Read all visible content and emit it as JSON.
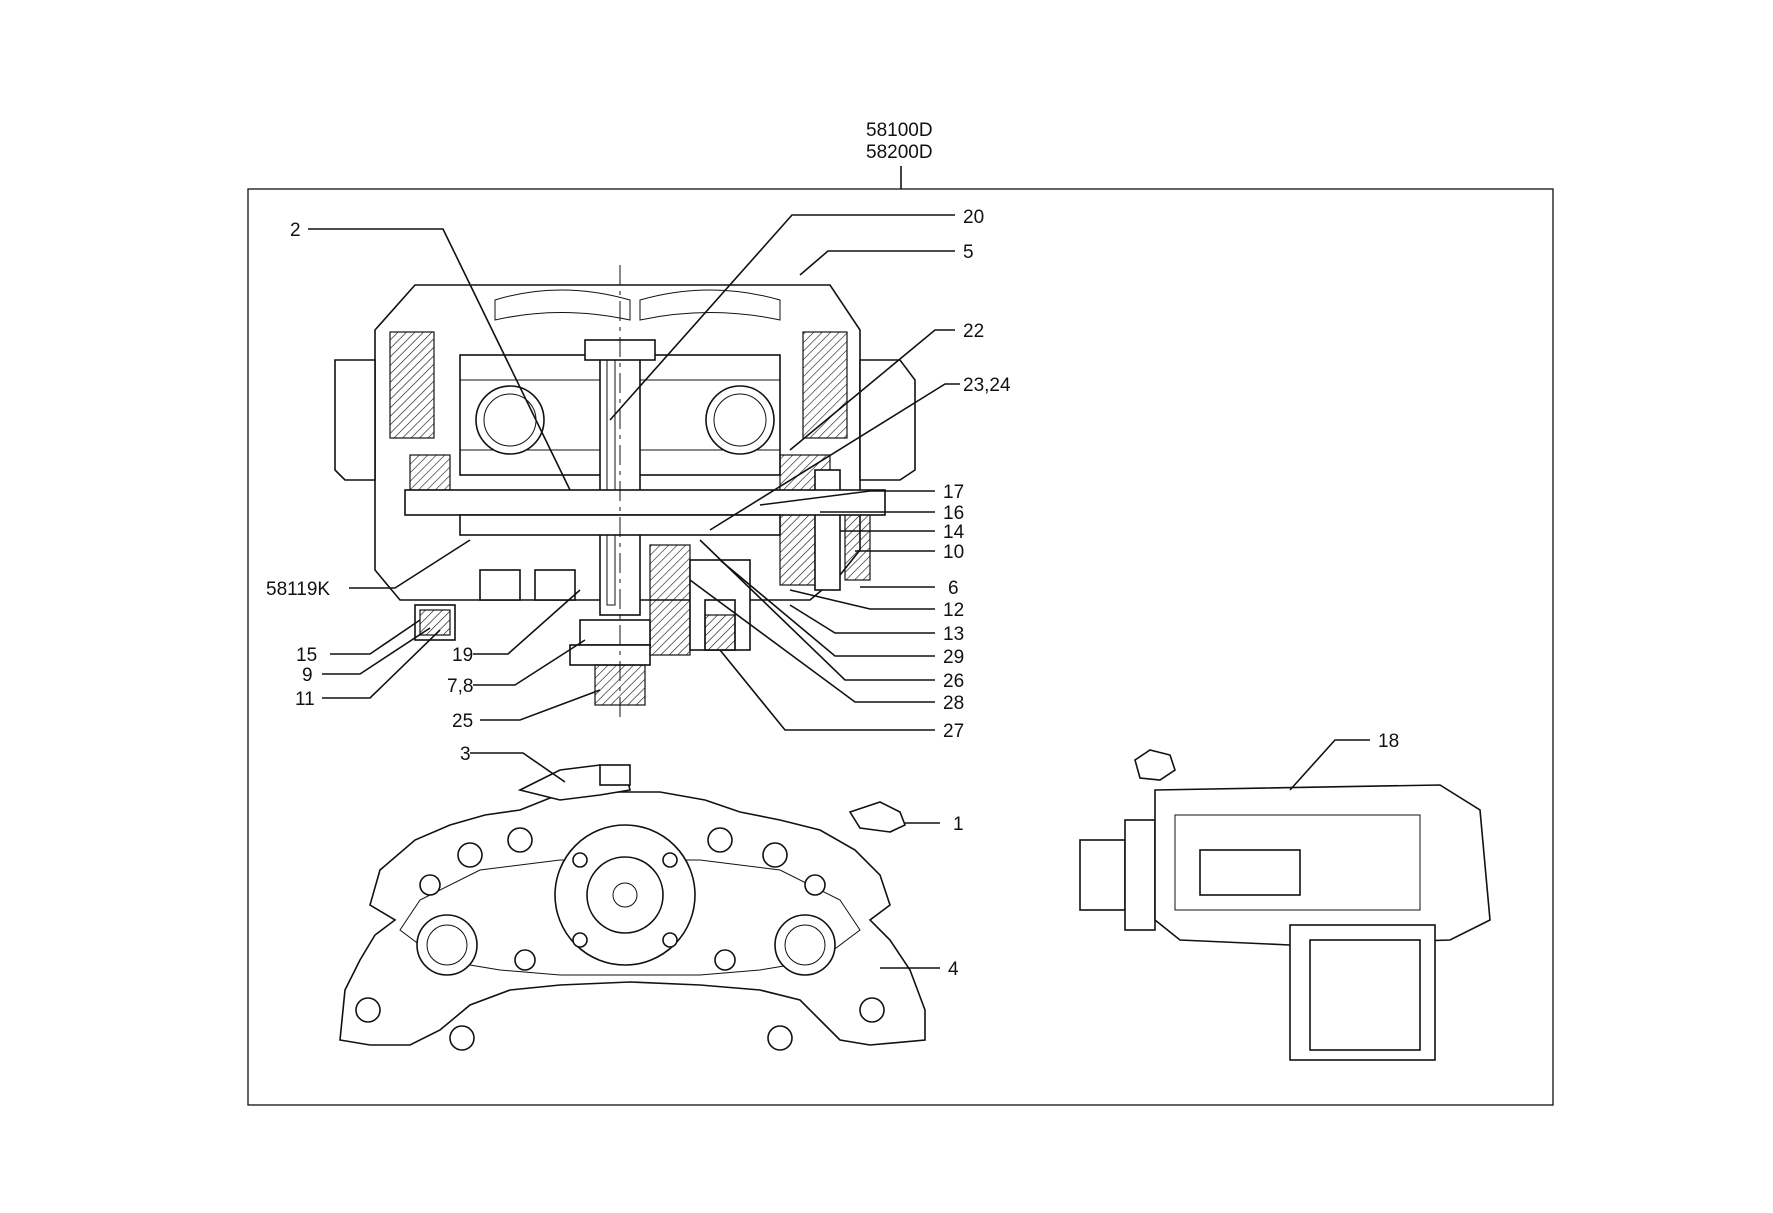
{
  "assembly": {
    "codes": [
      "58100D",
      "58200D"
    ]
  },
  "callouts": {
    "c1": "1",
    "c2": "2",
    "c3": "3",
    "c4": "4",
    "c5": "5",
    "c6": "6",
    "c7_8": "7,8",
    "c9": "9",
    "c10": "10",
    "c11": "11",
    "c12": "12",
    "c13": "13",
    "c14": "14",
    "c15": "15",
    "c16": "16",
    "c17": "17",
    "c18": "18",
    "c19": "19",
    "c20": "20",
    "c22": "22",
    "c23_24": "23,24",
    "c25": "25",
    "c26": "26",
    "c27": "27",
    "c28": "28",
    "c29": "29",
    "c58119K": "58119K"
  }
}
